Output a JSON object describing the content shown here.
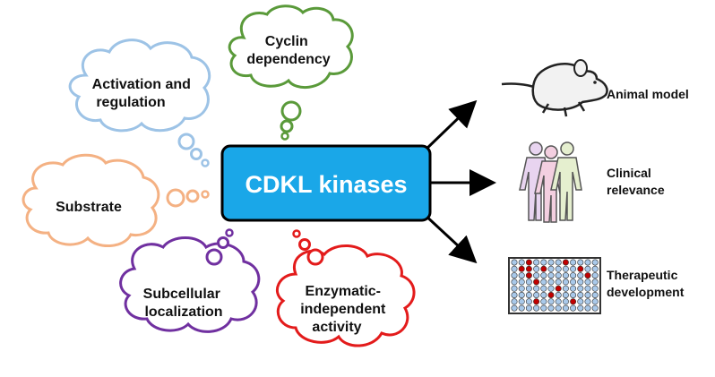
{
  "center": {
    "label": "CDKL kinases",
    "fill": "#1aa7e8",
    "stroke": "#000000"
  },
  "clouds": [
    {
      "id": "cyclin",
      "lines": [
        "Cyclin",
        "dependency"
      ],
      "color": "#5a9a3a"
    },
    {
      "id": "activation",
      "lines": [
        "Activation and",
        "regulation"
      ],
      "color": "#9dc3e6"
    },
    {
      "id": "substrate",
      "lines": [
        "Substrate"
      ],
      "color": "#f4b183"
    },
    {
      "id": "subcellular",
      "lines": [
        "Subcellular",
        "localization"
      ],
      "color": "#7030a0"
    },
    {
      "id": "enzymatic",
      "lines": [
        "Enzymatic-",
        "independent",
        "activity"
      ],
      "color": "#e31b1b"
    }
  ],
  "outcomes": [
    {
      "id": "animal",
      "lines": [
        "Animal model"
      ],
      "icon": "mouse-icon"
    },
    {
      "id": "clinical",
      "lines": [
        "Clinical",
        "relevance"
      ],
      "icon": "human-figures-icon"
    },
    {
      "id": "therapeutic",
      "lines": [
        "Therapeutic",
        "development"
      ],
      "icon": "well-plate-icon"
    }
  ],
  "colors": {
    "arrow": "#000000",
    "plate_well": "#a9c9ea",
    "plate_hit": "#c00000",
    "plate_frame": "#333333"
  }
}
